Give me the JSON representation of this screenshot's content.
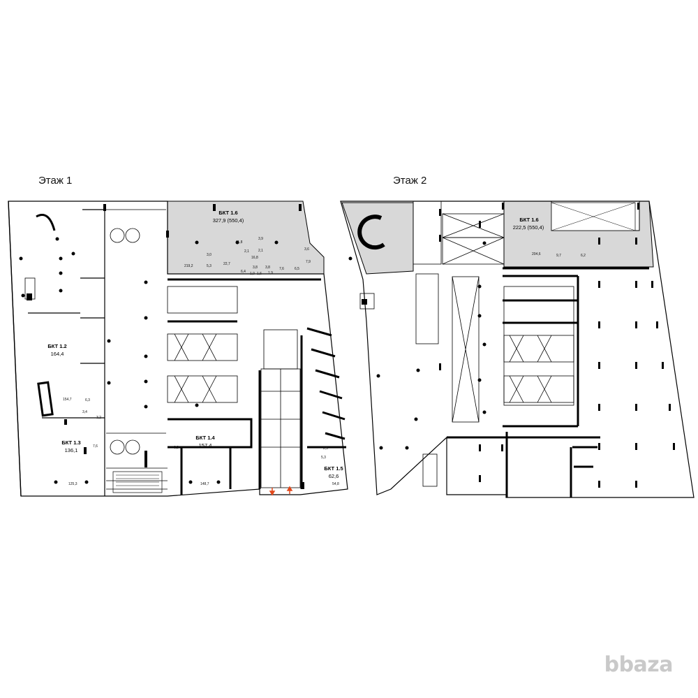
{
  "floor1": {
    "title": "Этаж 1",
    "units": [
      {
        "id": "b16",
        "name": "БКТ 1.6",
        "area": "327,9 (550,4)"
      },
      {
        "id": "b12",
        "name": "БКТ 1.2",
        "area": "164,4"
      },
      {
        "id": "b13",
        "name": "БКТ 1.3",
        "area": "136,1"
      },
      {
        "id": "b14",
        "name": "БКТ 1.4",
        "area": "157,4"
      },
      {
        "id": "b15",
        "name": "БКТ 1.5",
        "area": "62,6"
      }
    ],
    "room_labels": [
      "219,2",
      "3,0",
      "5,3",
      "22,7",
      "11,8",
      "2,1",
      "3,9",
      "2,1",
      "16,8",
      "3,6",
      "7,9",
      "6,4",
      "3,8",
      "3,8",
      "7,6",
      "6,5",
      "1,0",
      "1,6",
      "1,9",
      "154,7",
      "6,3",
      "3,4",
      "3,2",
      "7,6",
      "125,3",
      "6,8",
      "148,7",
      "2,5",
      "5,3",
      "54,8"
    ]
  },
  "floor2": {
    "title": "Этаж 2",
    "units": [
      {
        "id": "b16",
        "name": "БКТ 1.6",
        "area": "222,5 (550,4)"
      }
    ],
    "room_labels": [
      "204,6",
      "9,7",
      "6,2"
    ]
  },
  "watermark": "bbaza",
  "colors": {
    "unit_fill": "#d8d8d8",
    "wall": "#000000",
    "arrow": "#e2481a"
  }
}
